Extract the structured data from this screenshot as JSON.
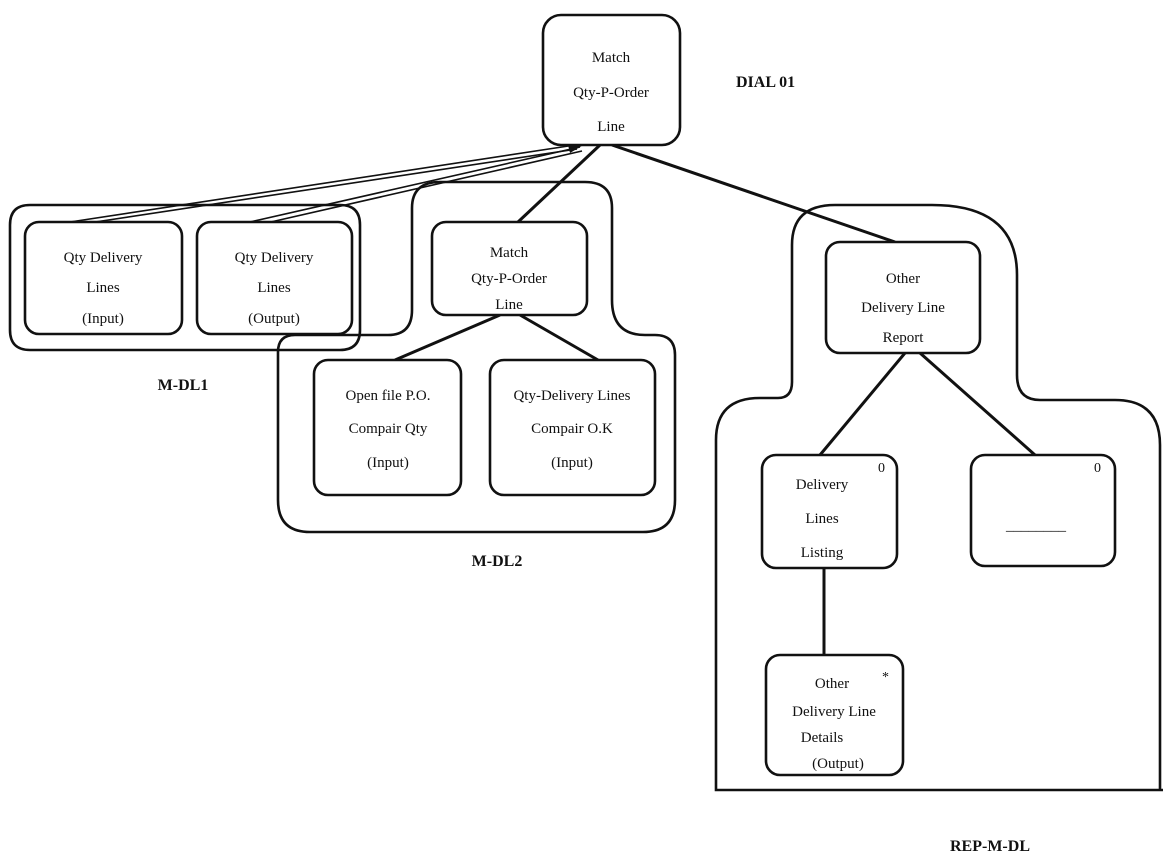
{
  "nodes": {
    "root": {
      "lines": [
        "Match",
        "Qty-P-Order",
        "Line"
      ]
    },
    "qty_in": {
      "lines": [
        "Qty Delivery",
        "Lines",
        "(Input)"
      ]
    },
    "qty_out": {
      "lines": [
        "Qty Delivery",
        "Lines",
        "(Output)"
      ]
    },
    "match2": {
      "lines": [
        "Match",
        "Qty-P-Order",
        "Line"
      ]
    },
    "open_file": {
      "lines": [
        "Open file P.O.",
        "Compair Qty",
        "(Input)"
      ]
    },
    "qty_deliv": {
      "lines": [
        "Qty-Delivery Lines",
        "Compair O.K",
        "(Input)"
      ]
    },
    "other_report": {
      "lines": [
        "Other",
        "Delivery Line",
        "Report"
      ]
    },
    "listing": {
      "lines": [
        "Delivery",
        "Lines",
        "Listing"
      ],
      "mark": "0"
    },
    "empty": {
      "lines": [
        "________"
      ],
      "mark": "0"
    },
    "details": {
      "lines": [
        "Other",
        "Delivery Line",
        "Details",
        "(Output)"
      ],
      "mark": "*"
    }
  },
  "labels": {
    "dial": "DIAL 01",
    "mdl1": "M-DL1",
    "mdl2": "M-DL2",
    "rep": "REP-M-DL"
  }
}
